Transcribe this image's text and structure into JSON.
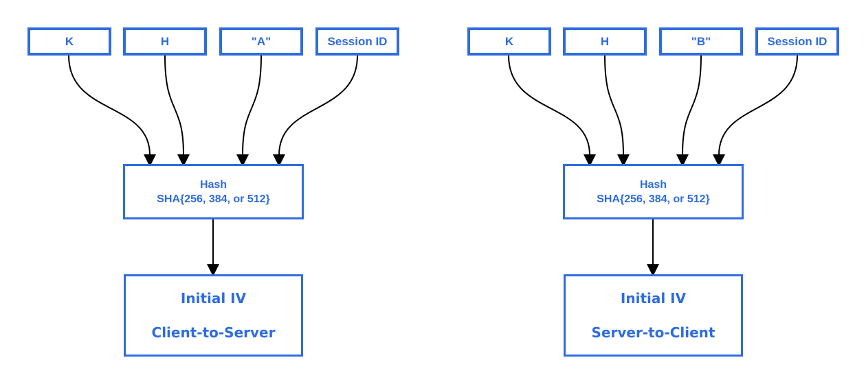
{
  "colors": {
    "accent": "#2e6ce0",
    "arrow": "#000000",
    "canvas": "#ffffff"
  },
  "diagrams": [
    {
      "name": "client-to-server-iv-derivation",
      "inputs": [
        {
          "label": "K"
        },
        {
          "label": "H"
        },
        {
          "label": "\"A\""
        },
        {
          "label": "Session ID"
        }
      ],
      "hash_box": {
        "title": "Hash",
        "subtitle": "SHA{256, 384, or 512}"
      },
      "output_box": {
        "line1": "Initial IV",
        "line2": "Client-to-Server"
      }
    },
    {
      "name": "server-to-client-iv-derivation",
      "inputs": [
        {
          "label": "K"
        },
        {
          "label": "H"
        },
        {
          "label": "\"B\""
        },
        {
          "label": "Session ID"
        }
      ],
      "hash_box": {
        "title": "Hash",
        "subtitle": "SHA{256, 384, or 512}"
      },
      "output_box": {
        "line1": "Initial IV",
        "line2": "Server-to-Client"
      }
    }
  ]
}
